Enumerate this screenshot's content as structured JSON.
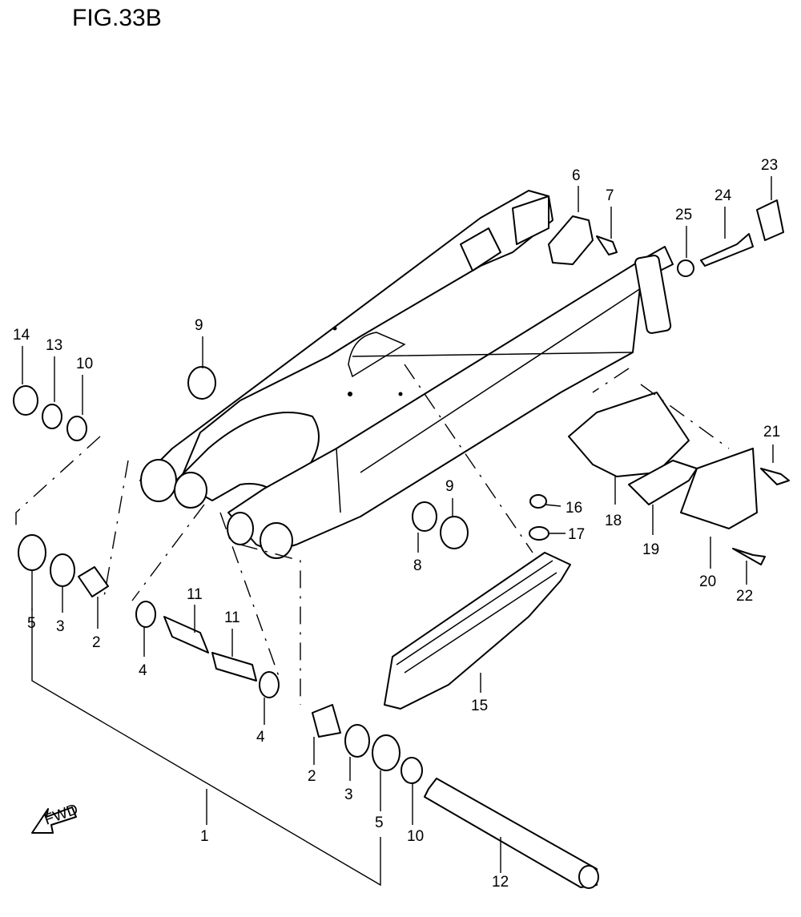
{
  "figure": {
    "title": "FIG.33B",
    "direction_label": "FWD"
  },
  "callouts": [
    {
      "id": "c1",
      "text": "1"
    },
    {
      "id": "c2a",
      "text": "2"
    },
    {
      "id": "c2b",
      "text": "2"
    },
    {
      "id": "c3a",
      "text": "3"
    },
    {
      "id": "c3b",
      "text": "3"
    },
    {
      "id": "c4a",
      "text": "4"
    },
    {
      "id": "c4b",
      "text": "4"
    },
    {
      "id": "c5a",
      "text": "5"
    },
    {
      "id": "c5b",
      "text": "5"
    },
    {
      "id": "c6",
      "text": "6"
    },
    {
      "id": "c7",
      "text": "7"
    },
    {
      "id": "c8",
      "text": "8"
    },
    {
      "id": "c9a",
      "text": "9"
    },
    {
      "id": "c9b",
      "text": "9"
    },
    {
      "id": "c10a",
      "text": "10"
    },
    {
      "id": "c10b",
      "text": "10"
    },
    {
      "id": "c11a",
      "text": "11"
    },
    {
      "id": "c11b",
      "text": "11"
    },
    {
      "id": "c12",
      "text": "12"
    },
    {
      "id": "c13",
      "text": "13"
    },
    {
      "id": "c14",
      "text": "14"
    },
    {
      "id": "c15",
      "text": "15"
    },
    {
      "id": "c16",
      "text": "16"
    },
    {
      "id": "c17",
      "text": "17"
    },
    {
      "id": "c18",
      "text": "18"
    },
    {
      "id": "c19",
      "text": "19"
    },
    {
      "id": "c20",
      "text": "20"
    },
    {
      "id": "c21",
      "text": "21"
    },
    {
      "id": "c22",
      "text": "22"
    },
    {
      "id": "c23",
      "text": "23"
    },
    {
      "id": "c24",
      "text": "24"
    },
    {
      "id": "c25",
      "text": "25"
    }
  ]
}
